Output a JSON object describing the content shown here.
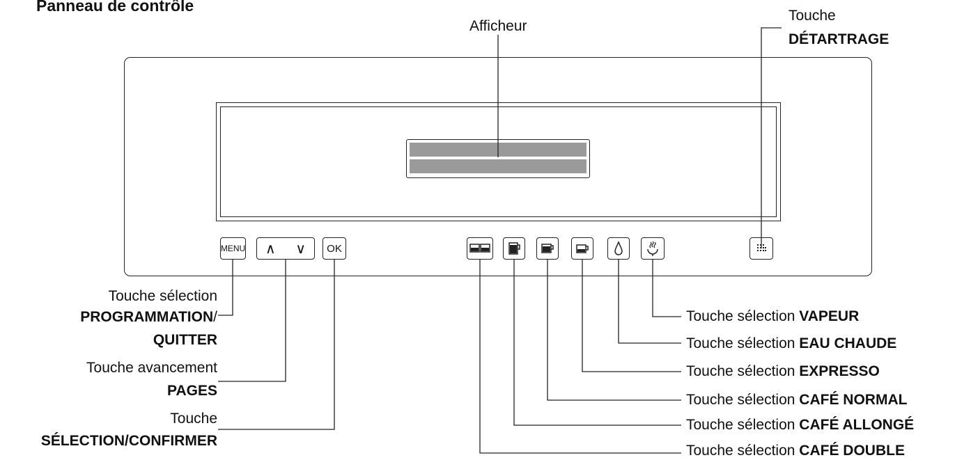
{
  "title": "Panneau de contrôle",
  "labels": {
    "afficheur": "Afficheur",
    "detartrage": {
      "line1": "Touche",
      "line2": "DÉTARTRAGE"
    },
    "programmation": {
      "line1": "Touche sélection",
      "line2": "PROGRAMMATION",
      "line2_suffix": "/",
      "line3": "QUITTER"
    },
    "pages": {
      "line1": "Touche avancement",
      "line2": "PAGES"
    },
    "selection": {
      "line1": "Touche",
      "line2": "SÉLECTION/CONFIRMER"
    },
    "prefix": "Touche sélection ",
    "vapeur": "VAPEUR",
    "eau_chaude": "EAU CHAUDE",
    "expresso": "EXPRESSO",
    "cafe_normal": "CAFÉ NORMAL",
    "cafe_allonge": "CAFÉ ALLONGÉ",
    "cafe_double": "CAFÉ DOUBLE"
  },
  "keys": {
    "menu": "MENU",
    "ok": "OK",
    "up_symbol": "∧",
    "down_symbol": "∨"
  },
  "colors": {
    "line": "#222222",
    "lcd_segment": "#9a9a9a"
  }
}
